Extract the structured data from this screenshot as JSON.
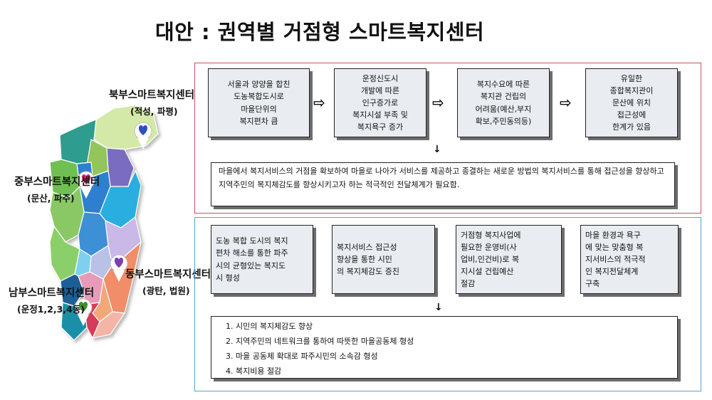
{
  "title": "대안 : 권역별 거점형 스마트복지센터",
  "map": {
    "centers": [
      {
        "name": "북부스마트복지센터",
        "area": "(적성, 파평)",
        "color": "#2d4fc0"
      },
      {
        "name": "중부스마트복지센터",
        "area": "(문산, 파주)",
        "color": "#e0206e"
      },
      {
        "name": "동부스마트복지센터",
        "area": "(광탄, 법원)",
        "color": "#7a3fb0"
      },
      {
        "name": "남부스마트복지센터",
        "area": "(운정1,2,3,4동)",
        "color": "#3f8f2f"
      }
    ]
  },
  "problems": [
    [
      "서울과 양양을 합친",
      "도농복합도시로",
      "마을단위의",
      "복지편차 큼"
    ],
    [
      "운정신도시",
      "개발에 따른",
      "인구증가로",
      "복지시설 부족 및",
      "복지욕구 증가"
    ],
    [
      "복지수요에 따른",
      "복지관 건립의",
      "어려움(예산,부지",
      "확보,주민동의등)"
    ],
    [
      "유일한",
      "종합복지관이",
      "문산에 위치",
      "접근성에",
      "한계가 있음"
    ]
  ],
  "summary": "마을에서 복지서비스의 거점을 확보하여 마을로 나아가 서비스를 제공하고 종결하는 새로운 방법의 복지서비스를 통해 접근성을 향상하고 지역주민의 복지체감도를 향상시키고자 하는 적극적인 전달체계가 필요함.",
  "effects": [
    [
      "도농 복합 도시의 복지",
      "편차 해소를 통한 파주",
      "시의 균형있는 복지도",
      "시 형성"
    ],
    [
      "복지서비스 접근성",
      "향상을 통한 시민",
      "의 복지체감도 증진"
    ],
    [
      "거점형 복지사업에",
      "필요한 운영비(사",
      "업비,인건비)로 복",
      "지시설 건립예산",
      "절감"
    ],
    [
      "마을 환경과 욕구",
      "에 맞는 맞춤형 복",
      "지서비스의 적극적",
      "인 복지전달체계",
      "구축"
    ]
  ],
  "results": [
    "1. 시민의 복지체감도 향상",
    "2. 지역주민의 네트워크를 통하여 따뜻한 마을공동체 형성",
    "3. 마을 공동체 확대로 파주시민의 소속감 형성",
    "4. 복지비용 절감"
  ]
}
